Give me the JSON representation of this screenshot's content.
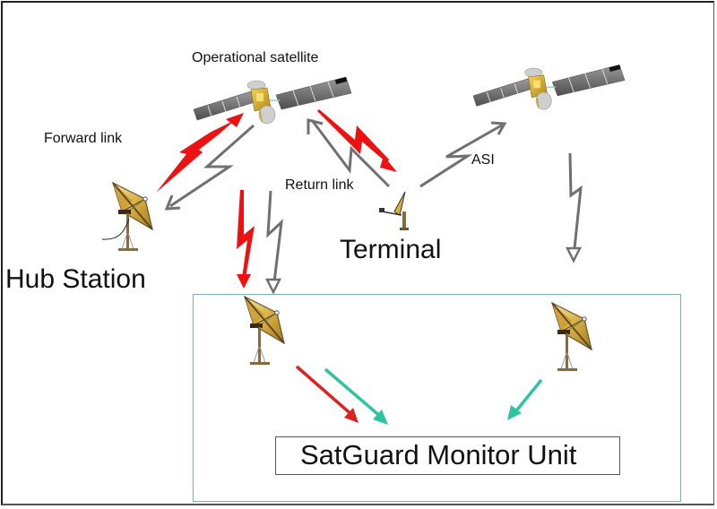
{
  "title": "SatGuard monitoring architecture",
  "labels": {
    "operational_satellite": "Operational satellite",
    "forward_link": "Forward link",
    "return_link": "Return link",
    "asi": "ASI",
    "terminal": "Terminal",
    "hub_station": "Hub Station",
    "monitor_unit": "SatGuard Monitor Unit"
  },
  "nodes": [
    {
      "id": "operational-satellite",
      "type": "satellite",
      "icon": "satellite-icon"
    },
    {
      "id": "adjacent-satellite",
      "type": "satellite",
      "icon": "satellite-icon"
    },
    {
      "id": "hub-station",
      "type": "dish",
      "icon": "satellite-dish-icon"
    },
    {
      "id": "terminal",
      "type": "dish",
      "icon": "vsat-terminal-icon"
    },
    {
      "id": "monitor-dish-1",
      "type": "dish",
      "icon": "satellite-dish-icon"
    },
    {
      "id": "monitor-dish-2",
      "type": "dish",
      "icon": "satellite-dish-icon"
    }
  ],
  "colors": {
    "forward_signal": "#ee1111",
    "return_signal": "#707070",
    "monitor_link": "#2ec4a0",
    "region_border": "#7fb0b0",
    "dish_gold": "#d9b040",
    "dish_frame": "#6b5530",
    "panel": "#6d6d6d",
    "bus_gold": "#e6b820"
  }
}
